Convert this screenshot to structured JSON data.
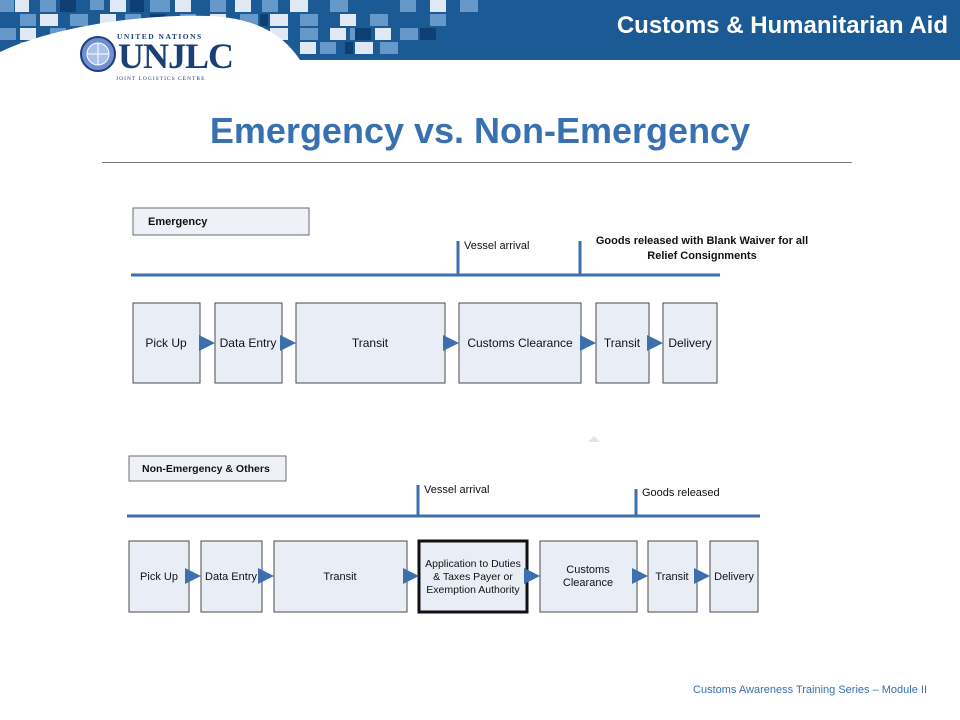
{
  "header": {
    "title": "Customs & Humanitarian Aid"
  },
  "logo": {
    "top_text": "UNITED NATIONS",
    "main_text": "UNJLC",
    "sub_text": "JOINT LOGISTICS CENTRE"
  },
  "slide": {
    "title": "Emergency vs. Non-Emergency"
  },
  "emergency": {
    "label": "Emergency",
    "milestones": {
      "vessel_arrival": "Vessel arrival",
      "goods_released_line1": "Goods released with Blank Waiver for all",
      "goods_released_line2": "Relief Consignments"
    },
    "steps": [
      "Pick Up",
      "Data Entry",
      "Transit",
      "Customs Clearance",
      "Transit",
      "Delivery"
    ]
  },
  "non_emergency": {
    "label": "Non-Emergency & Others",
    "milestones": {
      "vessel_arrival": "Vessel arrival",
      "goods_released": "Goods released"
    },
    "steps": [
      "Pick Up",
      "Data Entry",
      "Transit",
      "Application to Duties & Taxes Payer or Exemption Authority",
      "Customs Clearance",
      "Transit",
      "Delivery"
    ],
    "step4_lines": [
      "Application to Duties",
      "& Taxes Payer or",
      "Exemption Authority"
    ],
    "step5_lines": [
      "Customs",
      "Clearance"
    ]
  },
  "footer": {
    "text": "Customs Awareness Training Series – Module II"
  },
  "colors": {
    "header_blue": "#1b5a95",
    "title_blue": "#3870b0",
    "timeline_blue": "#3d6fae",
    "box_fill": "#e9eef6"
  }
}
